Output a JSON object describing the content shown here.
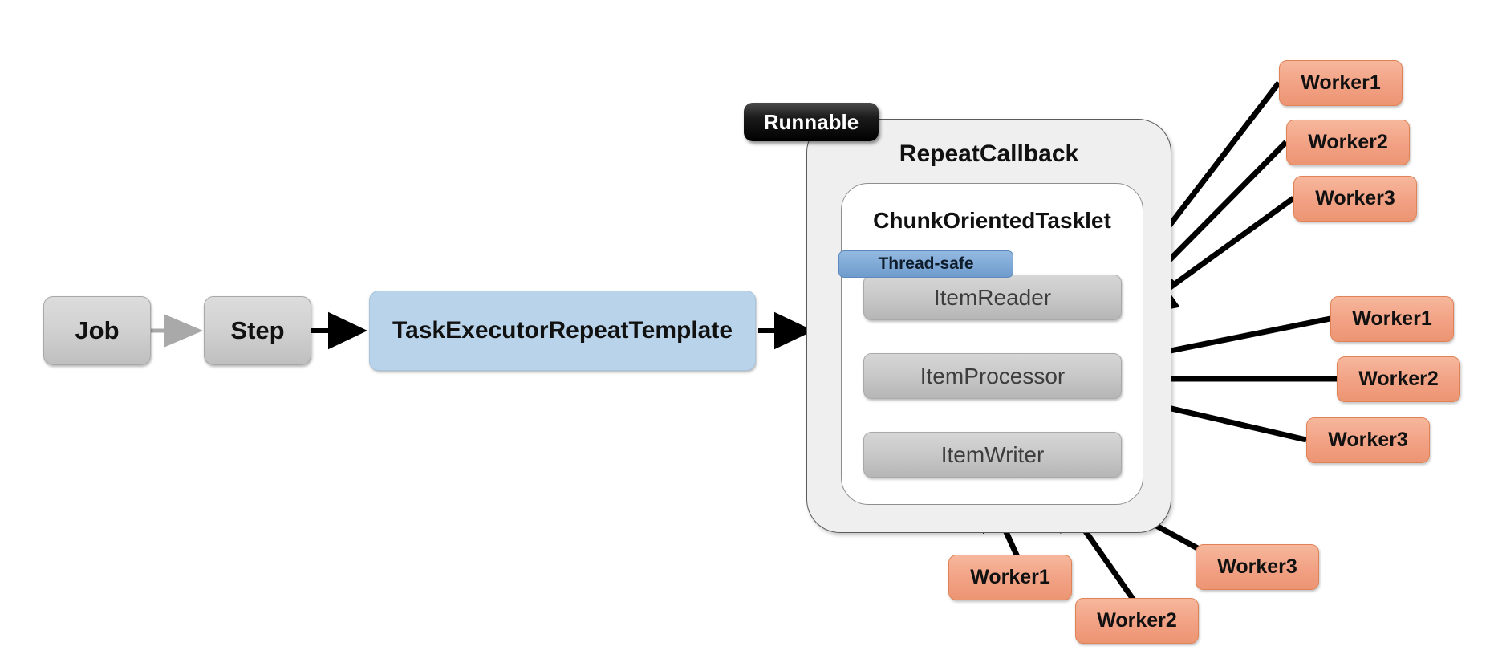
{
  "diagram": {
    "title": "Spring Batch multi-threaded step",
    "colors": {
      "grey_node": "#d2d2d2",
      "blue_node": "#b9d4ea",
      "worker_node": "#f2a184",
      "component_node": "#cbcbcb",
      "thread_safe_badge": "#7fa9d6",
      "runnable_tag": "#000000",
      "outer_container": "#efefef",
      "inner_container": "#ffffff",
      "arrow_dark": "#000000",
      "arrow_light": "#a9a9a9"
    }
  },
  "flow": {
    "job": {
      "label": "Job"
    },
    "step": {
      "label": "Step"
    },
    "repeat_template": {
      "label": "TaskExecutorRepeatTemplate"
    }
  },
  "runtime": {
    "runnable_tag": {
      "label": "Runnable"
    },
    "repeat_callback": {
      "label": "RepeatCallback"
    },
    "chunk_oriented_tasklet": {
      "label": "ChunkOrientedTasklet"
    },
    "thread_safe_badge": {
      "label": "Thread-safe"
    },
    "components": [
      {
        "label": "ItemReader"
      },
      {
        "label": "ItemProcessor"
      },
      {
        "label": "ItemWriter"
      }
    ]
  },
  "worker_groups": [
    {
      "target": "ItemReader",
      "workers": [
        {
          "label": "Worker1"
        },
        {
          "label": "Worker2"
        },
        {
          "label": "Worker3"
        }
      ]
    },
    {
      "target": "ItemProcessor",
      "workers": [
        {
          "label": "Worker1"
        },
        {
          "label": "Worker2"
        },
        {
          "label": "Worker3"
        }
      ]
    },
    {
      "target": "ItemWriter",
      "workers": [
        {
          "label": "Worker1"
        },
        {
          "label": "Worker2"
        },
        {
          "label": "Worker3"
        }
      ]
    }
  ]
}
